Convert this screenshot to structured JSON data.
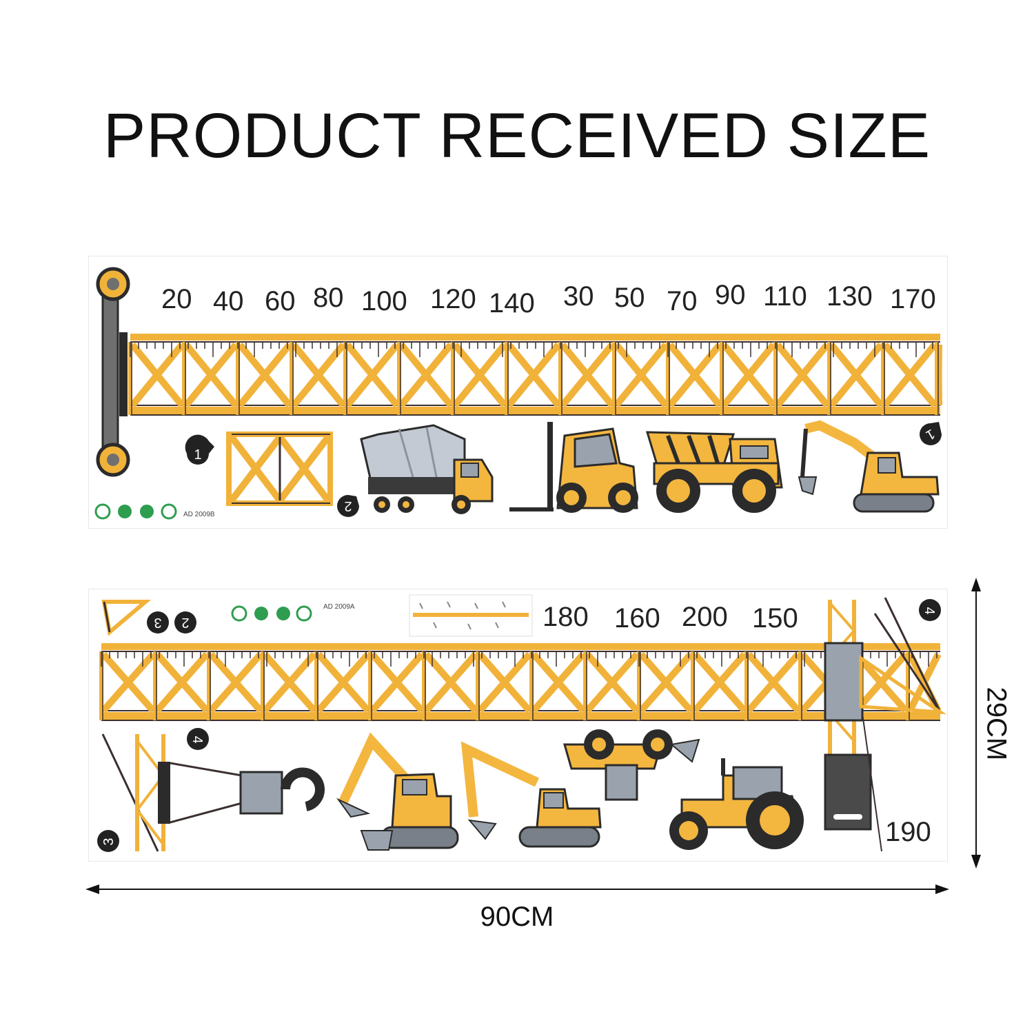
{
  "title": "PRODUCT RECEIVED SIZE",
  "sheet1": {
    "code": "AD 2009B",
    "numbers": [
      "20",
      "40",
      "60",
      "80",
      "100",
      "120",
      "140",
      "30",
      "50",
      "70",
      "90",
      "110",
      "130",
      "170"
    ],
    "badges": [
      "1",
      "2",
      "1"
    ]
  },
  "sheet2": {
    "code": "AD 2009A",
    "numbers": [
      "180",
      "160",
      "200",
      "150"
    ],
    "bottom_number": "190",
    "badges": [
      "3",
      "2",
      "4",
      "4",
      "3"
    ]
  },
  "dimensions": {
    "width": "90CM",
    "height": "29CM"
  },
  "colors": {
    "truss": "#F1B23A",
    "truss_dark": "#3b2f2f",
    "vehicle_yellow": "#F3B63F",
    "grey": "#9AA3AD",
    "dark": "#2b2b2b",
    "cert_green": "#2e9d4f"
  }
}
